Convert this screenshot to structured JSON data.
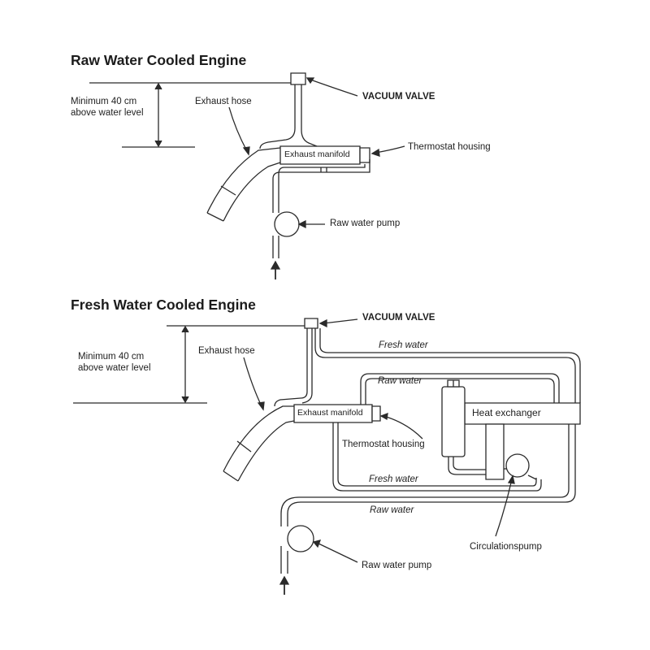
{
  "raw": {
    "title": "Raw Water Cooled Engine",
    "min_height_line1": "Minimum 40 cm",
    "min_height_line2": "above water level",
    "exhaust_hose": "Exhaust hose",
    "vacuum_valve": "VACUUM VALVE",
    "exhaust_manifold": "Exhaust manifold",
    "thermostat_housing": "Thermostat housing",
    "raw_water_pump": "Raw water pump"
  },
  "fresh": {
    "title": "Fresh Water Cooled Engine",
    "vacuum_valve": "VACUUM VALVE",
    "min_height_line1": "Minimum 40 cm",
    "min_height_line2": "above water level",
    "exhaust_hose": "Exhaust hose",
    "fresh_water_top": "Fresh water",
    "raw_water_top": "Raw water",
    "exhaust_manifold": "Exhaust manifold",
    "heat_exchanger": "Heat exchanger",
    "thermostat_housing": "Thermostat housing",
    "fresh_water_bottom": "Fresh water",
    "raw_water_bottom": "Raw water",
    "circulation_pump": "Circulationspump",
    "raw_water_pump": "Raw water pump"
  }
}
